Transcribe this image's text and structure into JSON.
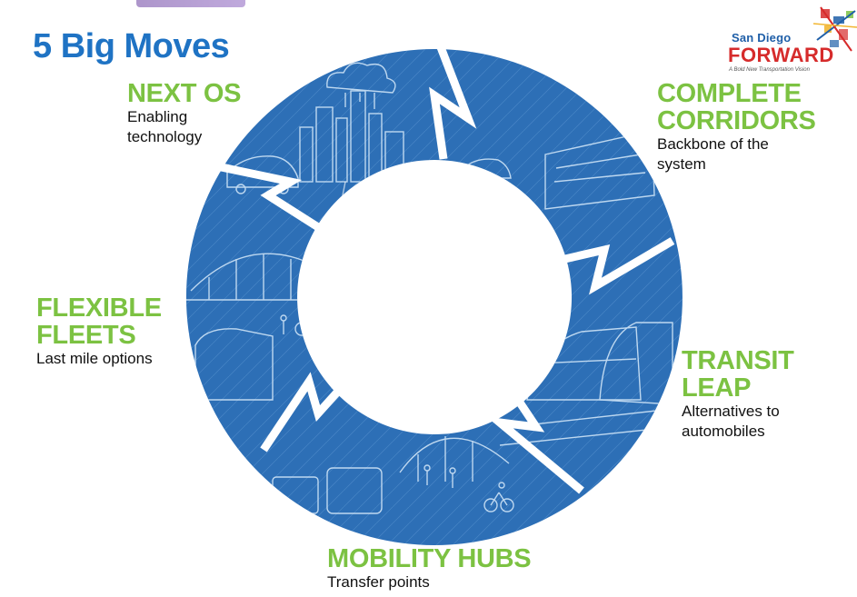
{
  "title": "5 Big Moves",
  "logo": {
    "small_text": "San Diego",
    "big_text": "FORWARD",
    "tagline": "A Bold New Transportation Vision"
  },
  "moves": {
    "next_os": {
      "title": "NEXT OS",
      "description": [
        "Enabling",
        "technology"
      ]
    },
    "complete_corridors": {
      "title": [
        "COMPLETE",
        "CORRIDORS"
      ],
      "description": [
        "Backbone of the",
        "system"
      ]
    },
    "transit_leap": {
      "title": [
        "TRANSIT",
        "LEAP"
      ],
      "description": [
        "Alternatives to",
        "automobiles"
      ]
    },
    "mobility_hubs": {
      "title": "MOBILITY HUBS",
      "description": "Transfer points"
    },
    "flexible_fleets": {
      "title": [
        "FLEXIBLE",
        "FLEETS"
      ],
      "description": "Last mile options"
    }
  },
  "colors": {
    "title_blue": "#1f73c4",
    "wheel_blue": "#2d6fb6",
    "wheel_light": "#8dc0ea",
    "label_green": "#7cc242",
    "logo_red": "#d62b2b"
  },
  "icons": [
    "cloud-icon",
    "city-skyline-icon",
    "car-icon",
    "bus-icon",
    "train-icon",
    "bridge-icon",
    "cyclist-icon",
    "pedestrian-icon"
  ]
}
